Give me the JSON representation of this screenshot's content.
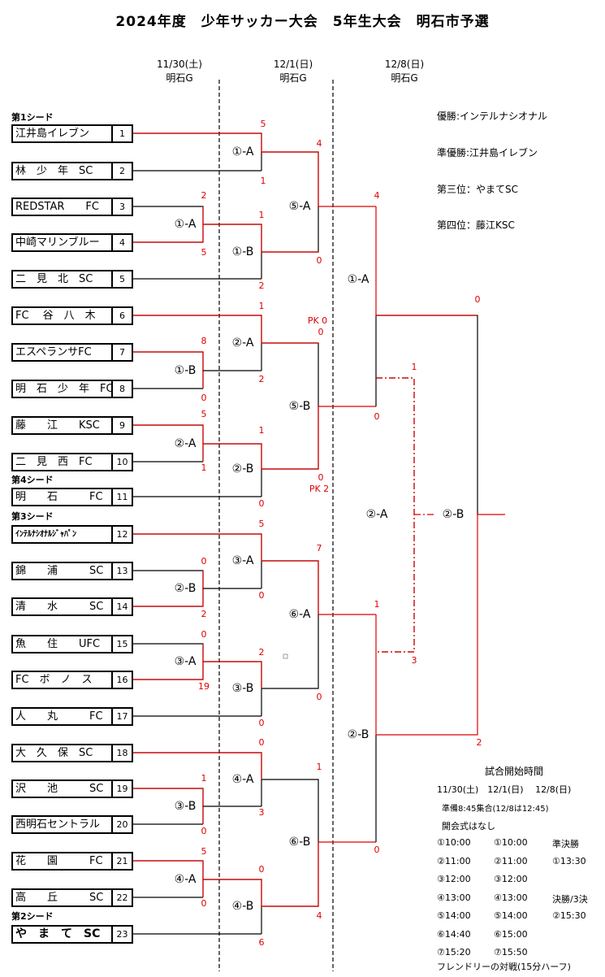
{
  "title": "2024年度　少年サッカー大会　5年生大会　明石市予選",
  "headers": [
    {
      "date": "11/30(土)",
      "venue": "明石G"
    },
    {
      "date": "12/1(日)",
      "venue": "明石G"
    },
    {
      "date": "12/8(日)",
      "venue": "明石G"
    }
  ],
  "seeds": {
    "s1": "第1シード",
    "s4": "第4シード",
    "s3": "第3シード",
    "s2": "第2シード"
  },
  "teams": [
    {
      "name": "江井島イレブン",
      "no": "1"
    },
    {
      "name": "林　少　年　SC",
      "no": "2"
    },
    {
      "name": "REDSTAR　　FC",
      "no": "3"
    },
    {
      "name": "中崎マリンブルー",
      "no": "4"
    },
    {
      "name": "二　見　北　SC",
      "no": "5"
    },
    {
      "name": "FC　 谷　八　木",
      "no": "6"
    },
    {
      "name": "エスペランサFC",
      "no": "7"
    },
    {
      "name": "明　石　少　年　FC",
      "no": "8"
    },
    {
      "name": "藤　　江　　KSC",
      "no": "9"
    },
    {
      "name": "二　見　西　FC",
      "no": "10"
    },
    {
      "name": "明　　石　　　FC",
      "no": "11"
    },
    {
      "name": "ｲﾝﾃﾙﾅｼｵﾅﾙｼﾞｬﾊﾟﾝ",
      "no": "12"
    },
    {
      "name": "錦　　浦　　　SC",
      "no": "13"
    },
    {
      "name": "清　　水　　　SC",
      "no": "14"
    },
    {
      "name": "魚　　住　　UFC",
      "no": "15"
    },
    {
      "name": "FC　ボ　ノ　ス",
      "no": "16"
    },
    {
      "name": "人　　丸　　　FC",
      "no": "17"
    },
    {
      "name": "大　久　保　SC",
      "no": "18"
    },
    {
      "name": "沢　　池　　　SC",
      "no": "19"
    },
    {
      "name": "西明石セントラル",
      "no": "20"
    },
    {
      "name": "花　　園　　　FC",
      "no": "21"
    },
    {
      "name": "高　　丘　　　SC",
      "no": "22"
    },
    {
      "name": "や　ま　て　SC",
      "no": "23"
    }
  ],
  "matches": {
    "d1_1A": "①-A",
    "d1_1B": "①-B",
    "d1_2A": "②-A",
    "d1_2B": "②-B",
    "d1_3A": "③-A",
    "d1_3B": "③-B",
    "d1_4A": "④-A",
    "d2_1A": "①-A",
    "d2_1B": "①-B",
    "d2_2A": "②-A",
    "d2_2B": "②-B",
    "d2_3A": "③-A",
    "d2_3B": "③-B",
    "d2_4A": "④-A",
    "d2_4B": "④-B",
    "d2_5A": "⑤-A",
    "d2_5B": "⑤-B",
    "d2_6A": "⑥-A",
    "d2_6B": "⑥-B",
    "d3_1A": "①-A",
    "d3_2A": "②-A",
    "d3_2B": "②-B"
  },
  "scores": {
    "s1": "5",
    "s2": "1",
    "s3": "2",
    "s4": "5",
    "s5": "1",
    "s6": "2",
    "s7": "4",
    "s8": "0",
    "s9": "1",
    "s10": "8",
    "s11": "0",
    "s12": "2",
    "s13": "5",
    "s14": "1",
    "s15": "1",
    "s16": "0",
    "s17": "PK 0",
    "s18": "0",
    "s19": "0",
    "s20": "PK 2",
    "s21": "4",
    "s22": "0",
    "s23": "0",
    "s24": "5",
    "s25": "0",
    "s26": "0",
    "s27": "2",
    "s28": "7",
    "s29": "0",
    "s30": "19",
    "s31": "2",
    "s32": "0",
    "s33": "0",
    "s34": "1",
    "s35": "0",
    "s36": "1",
    "s37": "3",
    "s38": "0",
    "s39": "5",
    "s40": "0",
    "s41": "0",
    "s42": "4",
    "s43": "6",
    "s44": "1",
    "s45": "0",
    "s46": "1",
    "s47": "3",
    "s48": "2"
  },
  "results": {
    "winner": "優勝:インテルナシオナル",
    "runner_up": "準優勝:江井島イレブン",
    "third": "第三位：やまてSC",
    "fourth": "第四位：藤江KSC"
  },
  "schedule": {
    "title": "試合開始時間",
    "dates": "11/30(土)　12/1(日)　 12/8(日)",
    "gather": "準備8:45集合(12/8は12:45)",
    "ceremony": "開会式はなし",
    "rows": [
      [
        "①10:00",
        "①10:00",
        "準決勝"
      ],
      [
        "②11:00",
        "②11:00",
        "①13:30"
      ],
      [
        "③12:00",
        "③12:00",
        ""
      ],
      [
        "④13:00",
        "④13:00",
        "決勝/3決"
      ],
      [
        "⑤14:00",
        "⑤14:00",
        "②15:30"
      ],
      [
        "⑥14:40",
        "⑥15:00",
        ""
      ],
      [
        "⑦15:20",
        "⑦15:50",
        ""
      ]
    ],
    "friendly": "フレンドリーの対戦(15分ハーフ)"
  },
  "colors": {
    "line": "#000000",
    "winner_line": "#e00000",
    "score": "#e00000"
  }
}
